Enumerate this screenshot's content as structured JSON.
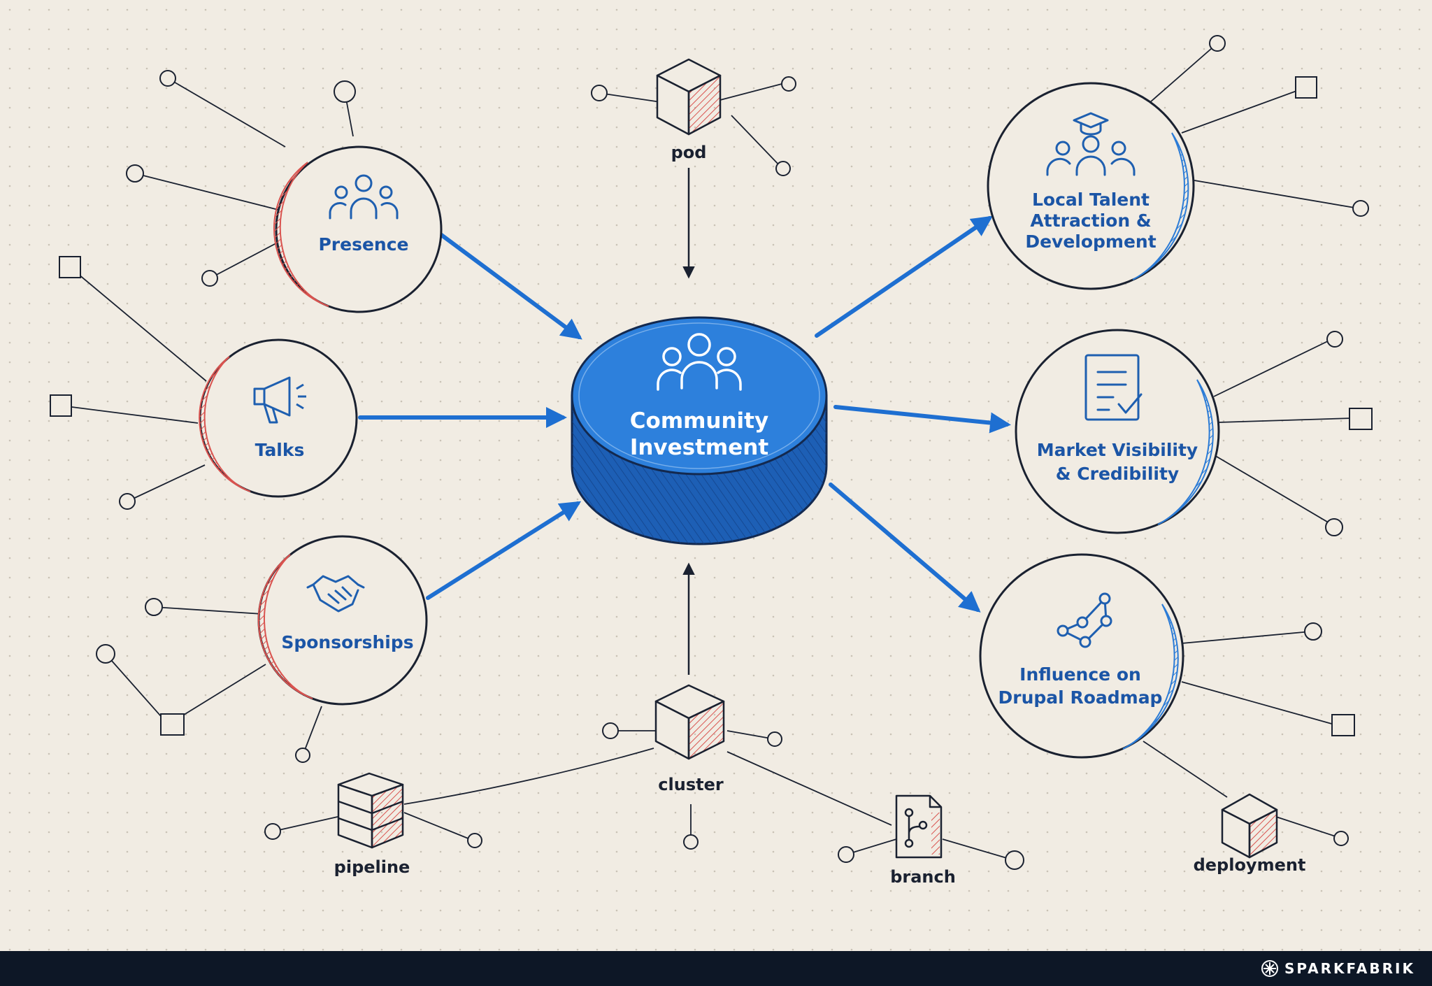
{
  "center": {
    "line1": "Community",
    "line2": "Investment",
    "icon": "people-group-icon"
  },
  "inputs": [
    {
      "id": "presence",
      "label": "Presence",
      "icon": "people-icon"
    },
    {
      "id": "talks",
      "label": "Talks",
      "icon": "megaphone-icon"
    },
    {
      "id": "sponsorships",
      "label": "Sponsorships",
      "icon": "handshake-icon"
    }
  ],
  "outputs": [
    {
      "id": "talent",
      "lines": [
        "Local Talent",
        "Attraction &",
        "Development"
      ],
      "icon": "graduation-team-icon"
    },
    {
      "id": "visibility",
      "lines": [
        "Market Visibility",
        "& Credibility"
      ],
      "icon": "checklist-document-icon"
    },
    {
      "id": "influence",
      "lines": [
        "Influence on",
        "Drupal Roadmap"
      ],
      "icon": "network-graph-icon"
    }
  ],
  "small_nodes": {
    "pod": "pod",
    "cluster": "cluster",
    "pipeline": "pipeline",
    "branch": "branch",
    "deployment": "deployment"
  },
  "colors": {
    "background": "#f1ece3",
    "blue_accent": "#1e6fd1",
    "red_accent": "#d9534f",
    "ink": "#1a2130",
    "footer": "#0d1726"
  },
  "footer": {
    "brand": "SPARKFABRIK",
    "icon": "spark-logo-icon"
  }
}
